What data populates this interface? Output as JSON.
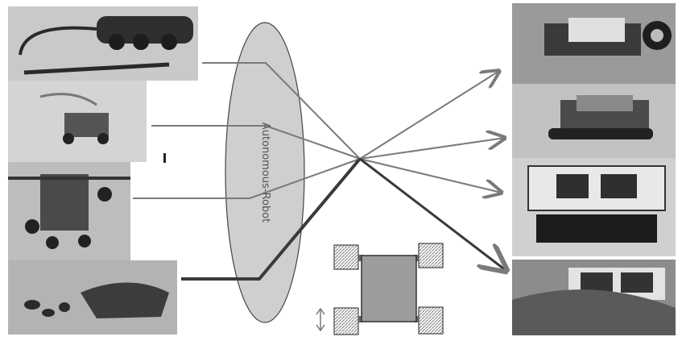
{
  "ellipse": {
    "label": "Autonomous-Robot"
  },
  "colors": {
    "ellipse_fill": "#cfcfcf",
    "arrow": "#7a7a7a",
    "thick_line": "#3a3a3a",
    "photo_tone": "#a9a9a9",
    "hatch": "#8f8f8f"
  },
  "left_photos": [
    "tracked-robot-with-cable",
    "small-wheeled-robot",
    "robot-frame-assembly",
    "disassembled-parts"
  ],
  "right_photos": [
    "tracked-robot-with-board",
    "robot-with-controller",
    "robot-with-circuit-board",
    "robot-chassis-closeup"
  ],
  "icons": [
    "chassis-wheels-schematic",
    "double-arrow-icon"
  ]
}
